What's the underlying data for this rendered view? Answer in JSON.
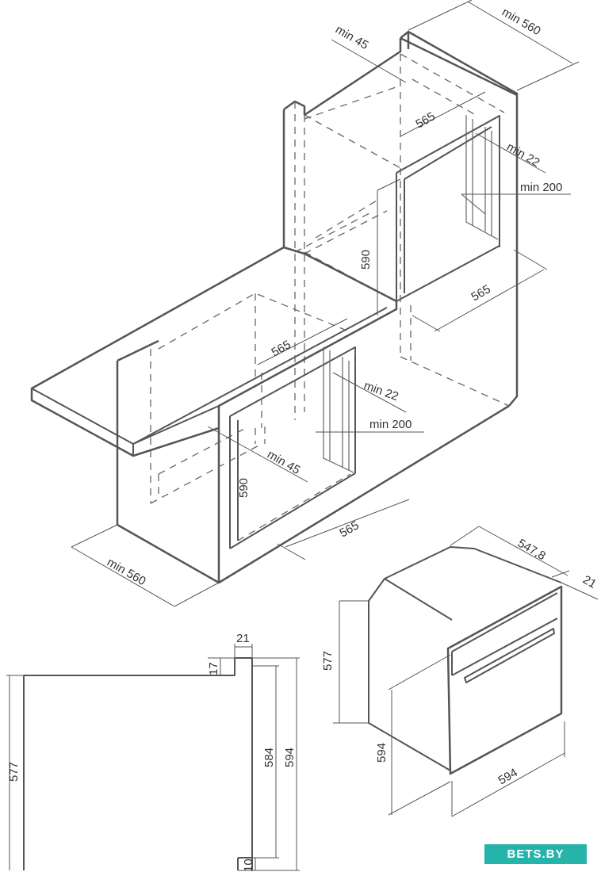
{
  "figure": {
    "cabinet_tall": {
      "width_label": "min 560",
      "top_gap_label": "min 45",
      "depth_inner_top_label": "565",
      "side_gap_label": "min 22",
      "vent_label": "min 200",
      "height_label": "590",
      "depth_bottom_label": "565"
    },
    "cabinet_under_counter": {
      "depth_inner_label": "565",
      "side_gap_label": "min 22",
      "vent_label": "min 200",
      "top_gap_label": "min 45",
      "height_label": "590",
      "depth_bottom_label": "565",
      "width_label": "min 560"
    },
    "oven_side_view": {
      "front_width_label": "21",
      "step_label": "17",
      "body_height_label": "577",
      "inner_height_label": "584",
      "total_height_label": "594",
      "bottom_step_label": "10"
    },
    "oven_3d": {
      "depth_label": "547,8",
      "front_depth_label": "21",
      "body_height_label": "577",
      "front_height_label": "594",
      "front_width_label": "594"
    }
  },
  "watermark": {
    "text": "BETS.BY"
  }
}
